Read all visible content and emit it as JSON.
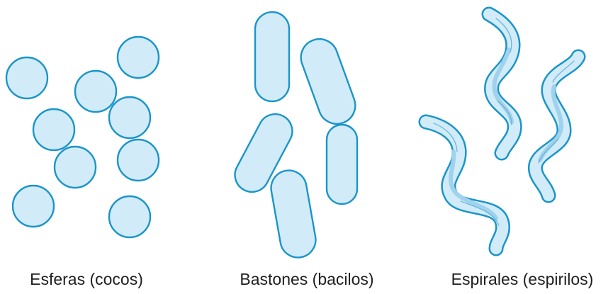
{
  "captions": {
    "cocci": "Esferas (cocos)",
    "bacilli": "Bastones (bacilos)",
    "spirilla": "Espirales (espirilos)"
  },
  "colors": {
    "cell_fill": "#d2ebf8",
    "cell_outline": "#1a95c9",
    "spiral_shade": "#9fd2ec"
  }
}
